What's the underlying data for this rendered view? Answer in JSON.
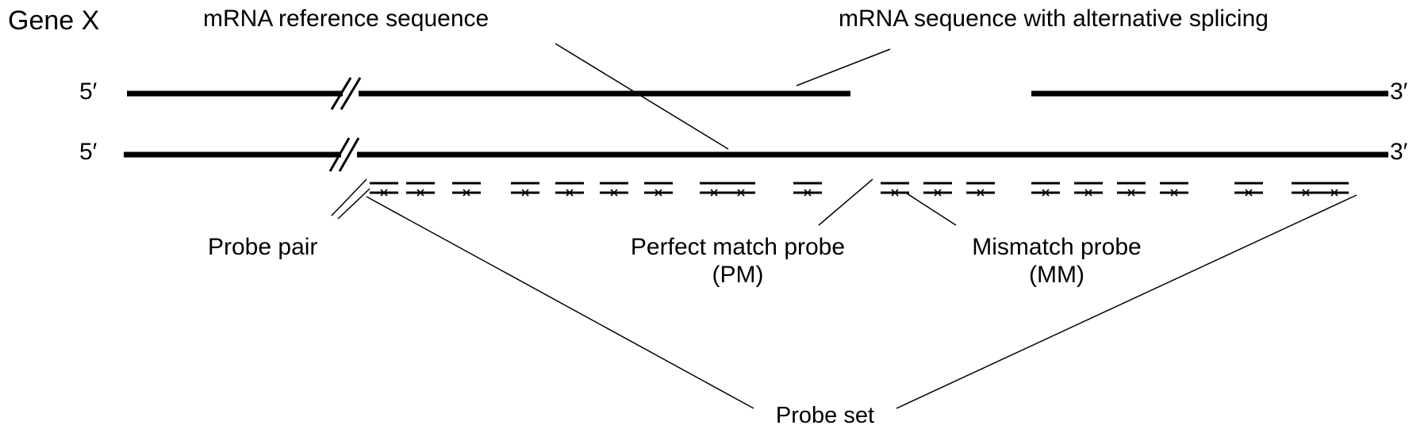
{
  "title": "Gene X",
  "labels": {
    "reference": "mRNA reference sequence",
    "alternative": "mRNA sequence with alternative splicing",
    "five_prime": "5′",
    "three_prime": "3′",
    "probe_pair": "Probe pair",
    "perfect_match": "Perfect match probe",
    "perfect_match_abbr": "(PM)",
    "mismatch": "Mismatch probe",
    "mismatch_abbr": "(MM)",
    "probe_set": "Probe set"
  },
  "colors": {
    "ink": "#000000",
    "background": "#ffffff"
  }
}
